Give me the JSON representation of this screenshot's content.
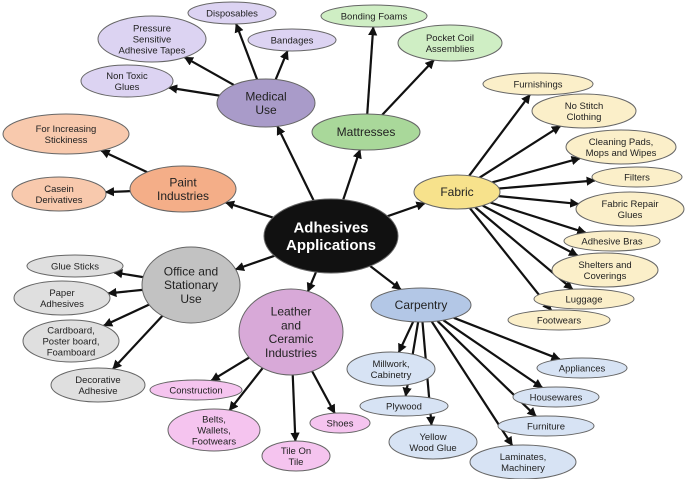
{
  "center": {
    "lines": [
      "Adhesives",
      "Applications"
    ]
  },
  "colors": {
    "center": "#111111",
    "medical": "#a99bc9",
    "medical_leaf": "#dcd3f2",
    "mattresses": "#a9d89a",
    "mattresses_leaf": "#cfeec4",
    "fabric": "#f7e28c",
    "fabric_leaf": "#fbefc9",
    "paint": "#f4ae88",
    "paint_leaf": "#f8c9ad",
    "office": "#c2c2c2",
    "office_leaf": "#dfdfdf",
    "leather": "#d8a9d8",
    "leather_leaf": "#f5c4ef",
    "carpentry": "#b3c7e6",
    "carpentry_leaf": "#d7e3f4"
  },
  "categories": [
    {
      "id": "medical",
      "lines": [
        "Medical",
        "Use"
      ],
      "children": [
        {
          "lines": [
            "Disposables"
          ]
        },
        {
          "lines": [
            "Pressure",
            "Sensitive",
            "Adhesive Tapes"
          ]
        },
        {
          "lines": [
            "Bandages"
          ]
        },
        {
          "lines": [
            "Non Toxic",
            "Glues"
          ]
        }
      ]
    },
    {
      "id": "mattresses",
      "lines": [
        "Mattresses"
      ],
      "children": [
        {
          "lines": [
            "Bonding Foams"
          ]
        },
        {
          "lines": [
            "Pocket Coil",
            "Assemblies"
          ]
        }
      ]
    },
    {
      "id": "fabric",
      "lines": [
        "Fabric"
      ],
      "children": [
        {
          "lines": [
            "Furnishings"
          ]
        },
        {
          "lines": [
            "No Stitch",
            "Clothing"
          ]
        },
        {
          "lines": [
            "Cleaning Pads,",
            "Mops and Wipes"
          ]
        },
        {
          "lines": [
            "Filters"
          ]
        },
        {
          "lines": [
            "Fabric Repair",
            "Glues"
          ]
        },
        {
          "lines": [
            "Adhesive Bras"
          ]
        },
        {
          "lines": [
            "Shelters and",
            "Coverings"
          ]
        },
        {
          "lines": [
            "Luggage"
          ]
        },
        {
          "lines": [
            "Footwears"
          ]
        }
      ]
    },
    {
      "id": "paint",
      "lines": [
        "Paint",
        "Industries"
      ],
      "children": [
        {
          "lines": [
            "For Increasing",
            "Stickiness"
          ]
        },
        {
          "lines": [
            "Casein",
            "Derivatives"
          ]
        }
      ]
    },
    {
      "id": "office",
      "lines": [
        "Office and",
        "Stationary",
        "Use"
      ],
      "children": [
        {
          "lines": [
            "Glue Sticks"
          ]
        },
        {
          "lines": [
            "Paper",
            "Adhesives"
          ]
        },
        {
          "lines": [
            "Cardboard,",
            "Poster board,",
            "Foamboard"
          ]
        },
        {
          "lines": [
            "Decorative",
            "Adhesive"
          ]
        }
      ]
    },
    {
      "id": "leather",
      "lines": [
        "Leather",
        "and",
        "Ceramic",
        "Industries"
      ],
      "children": [
        {
          "lines": [
            "Construction"
          ]
        },
        {
          "lines": [
            "Belts,",
            "Wallets,",
            "Footwears"
          ]
        },
        {
          "lines": [
            "Tile On",
            "Tile"
          ]
        },
        {
          "lines": [
            "Shoes"
          ]
        }
      ]
    },
    {
      "id": "carpentry",
      "lines": [
        "Carpentry"
      ],
      "children": [
        {
          "lines": [
            "Millwork,",
            "Cabinetry"
          ]
        },
        {
          "lines": [
            "Plywood"
          ]
        },
        {
          "lines": [
            "Yellow",
            "Wood Glue"
          ]
        },
        {
          "lines": [
            "Laminates,",
            "Machinery"
          ]
        },
        {
          "lines": [
            "Furniture"
          ]
        },
        {
          "lines": [
            "Housewares"
          ]
        },
        {
          "lines": [
            "Appliances"
          ]
        }
      ]
    }
  ]
}
